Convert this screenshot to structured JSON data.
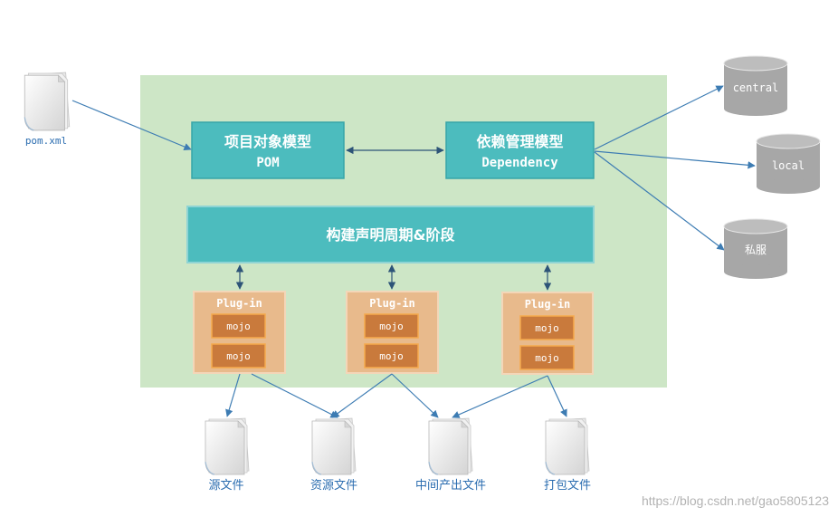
{
  "inputs": {
    "pom_file": "pom.xml"
  },
  "models": {
    "pom": {
      "title": "项目对象模型",
      "subtitle": "POM"
    },
    "dependency": {
      "title": "依赖管理模型",
      "subtitle": "Dependency"
    }
  },
  "lifecycle": {
    "label": "构建声明周期&阶段"
  },
  "plugins": [
    {
      "title": "Plug-in",
      "mojos": [
        "mojo",
        "mojo"
      ]
    },
    {
      "title": "Plug-in",
      "mojos": [
        "mojo",
        "mojo"
      ]
    },
    {
      "title": "Plug-in",
      "mojos": [
        "mojo",
        "mojo"
      ]
    }
  ],
  "repositories": [
    {
      "label": "central"
    },
    {
      "label": "local"
    },
    {
      "label": "私服"
    }
  ],
  "outputs": [
    {
      "label": "源文件"
    },
    {
      "label": "资源文件"
    },
    {
      "label": "中间产出文件"
    },
    {
      "label": "打包文件"
    }
  ],
  "watermark": "https://blog.csdn.net/gao5805123",
  "icons": {
    "file": "document-icon",
    "repository": "database-icon"
  },
  "colors": {
    "panel": "#cde6c6",
    "model_box": "#4cbcbe",
    "plugin_box": "#e8ba8c",
    "mojo_box": "#c97a3c",
    "repository": "#a7a7a7",
    "arrow": "#3d7cb3",
    "label_text": "#2b6db0"
  }
}
